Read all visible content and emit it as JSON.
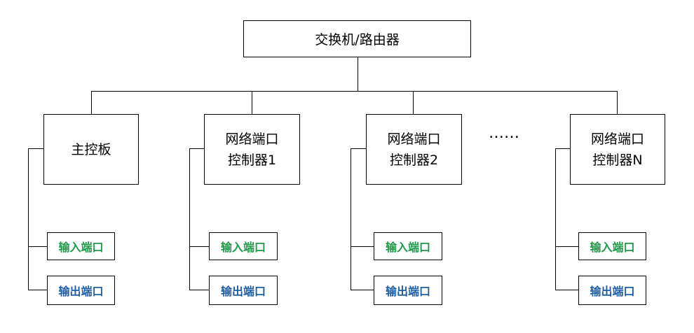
{
  "root": {
    "label": "交换机/路由器"
  },
  "nodes": [
    {
      "line1": "主控板",
      "line2": "",
      "input_port": "输入端口",
      "output_port": "输出端口"
    },
    {
      "line1": "网络端口",
      "line2": "控制器1",
      "input_port": "输入端口",
      "output_port": "输出端口"
    },
    {
      "line1": "网络端口",
      "line2": "控制器2",
      "input_port": "输入端口",
      "output_port": "输出端口"
    },
    {
      "line1": "网络端口",
      "line2": "控制器N",
      "input_port": "输入端口",
      "output_port": "输出端口"
    }
  ],
  "ellipsis": "……",
  "colors": {
    "input_port": "#1f9a48",
    "output_port": "#1f5fa8",
    "line": "#000000"
  }
}
